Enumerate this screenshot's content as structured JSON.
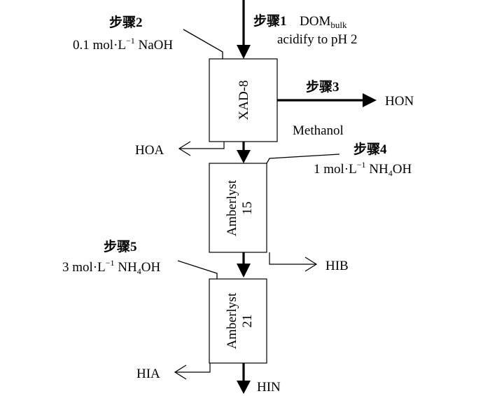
{
  "columns": [
    {
      "name": "XAD-8"
    },
    {
      "name": "Amberlyst",
      "number": "15"
    },
    {
      "name": "Amberlyst",
      "number": "21"
    }
  ],
  "steps": {
    "step1": {
      "label": "步骤1",
      "sample_main": "DOM",
      "sample_sub": "bulk",
      "treatment": "acidify to pH 2"
    },
    "step2": {
      "label": "步骤2",
      "reagent": {
        "pre": "0.1 mol·L",
        "sup": "−1",
        "post": " NaOH",
        "sub": "",
        "post2": ""
      }
    },
    "step3": {
      "label": "步骤3"
    },
    "step4": {
      "label": "步骤4",
      "reagent": {
        "pre": "1 mol·L",
        "sup": "−1",
        "post": " NH",
        "sub": "4",
        "post2": "OH"
      }
    },
    "step5": {
      "label": "步骤5",
      "reagent": {
        "pre": "3 mol·L",
        "sup": "−1",
        "post": " NH",
        "sub": "4",
        "post2": "OH"
      }
    }
  },
  "eluent": "Methanol",
  "fractions": {
    "hon": "HON",
    "hoa": "HOA",
    "hib": "HIB",
    "hia": "HIA",
    "hin": "HIN"
  }
}
